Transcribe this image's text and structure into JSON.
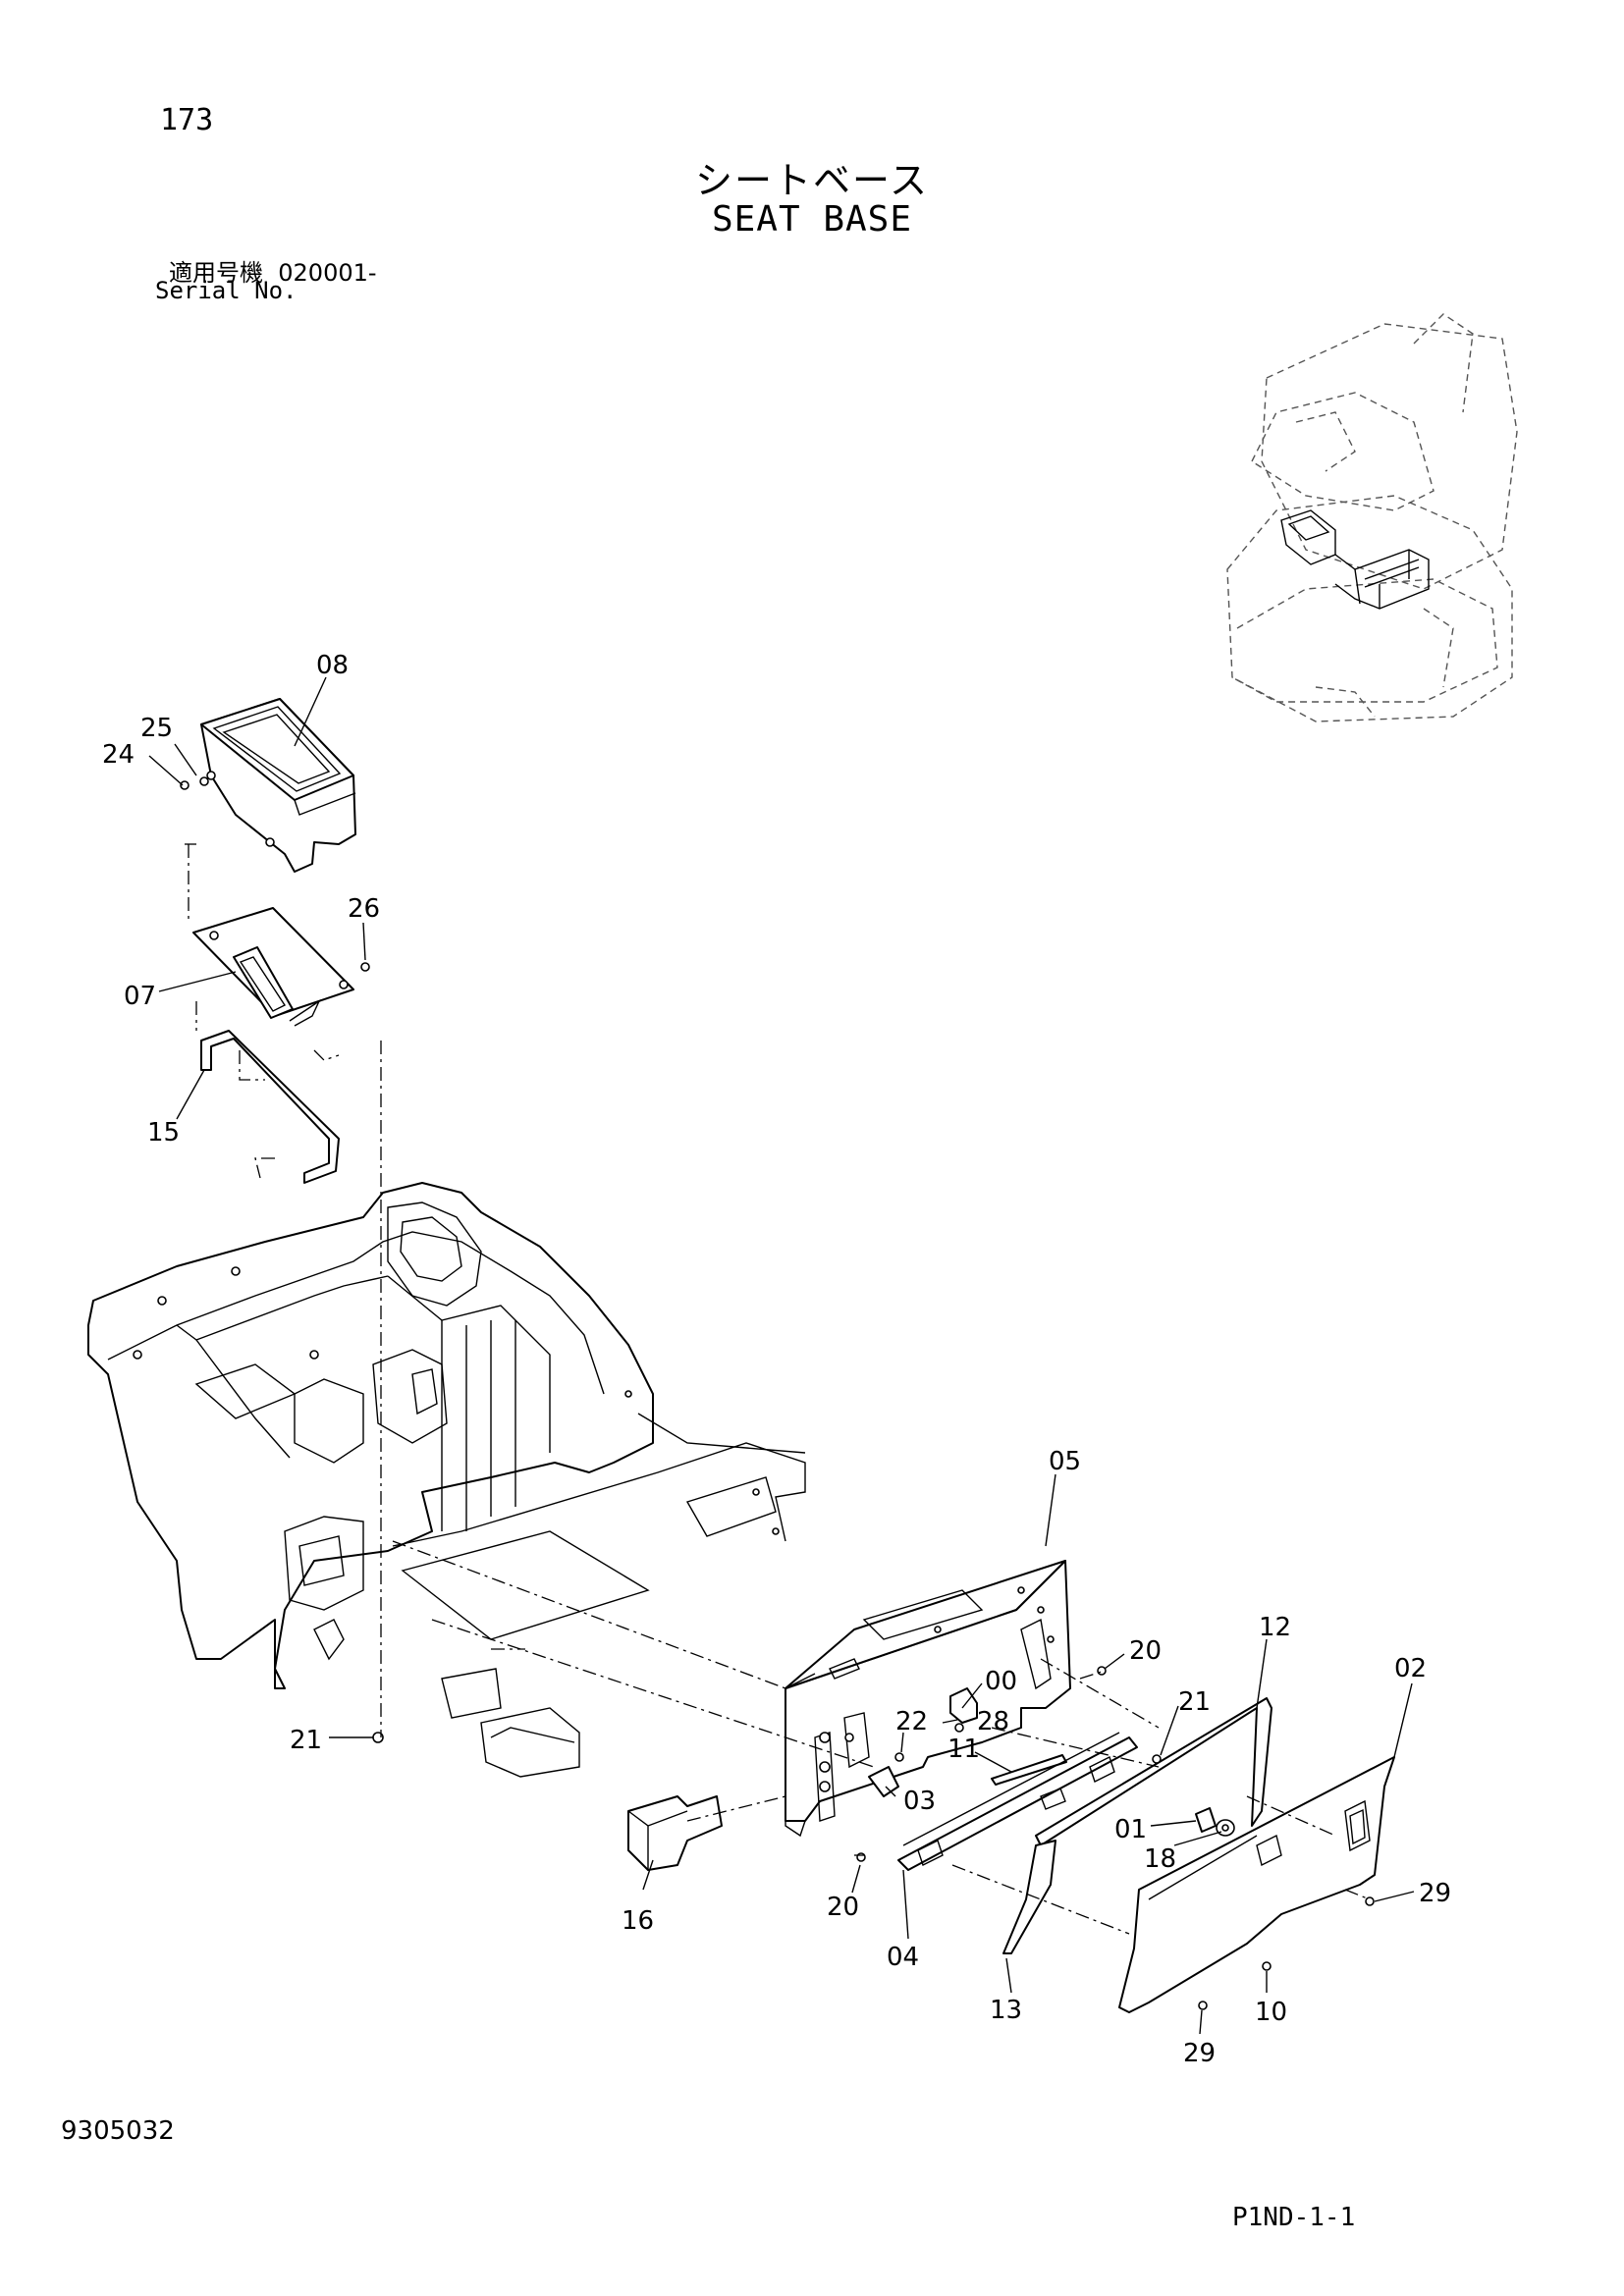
{
  "header": {
    "page_number": "173",
    "title_jp": "シートベース",
    "title_en": "SEAT BASE",
    "serial_label_jp": "適用号機",
    "serial_value": "020001-",
    "serial_label_en": "Serial No."
  },
  "footer": {
    "doc_number": "9305032",
    "page_code": "P1ND-1-1"
  },
  "diagram": {
    "callouts": {
      "c00": "00",
      "c01": "01",
      "c02": "02",
      "c03": "03",
      "c04": "04",
      "c05": "05",
      "c07": "07",
      "c08": "08",
      "c10": "10",
      "c11": "11",
      "c12": "12",
      "c13": "13",
      "c15": "15",
      "c16": "16",
      "c18": "18",
      "c20a": "20",
      "c20b": "20",
      "c21a": "21",
      "c21b": "21",
      "c22": "22",
      "c24": "24",
      "c25": "25",
      "c26": "26",
      "c28": "28",
      "c29a": "29",
      "c29b": "29"
    }
  }
}
